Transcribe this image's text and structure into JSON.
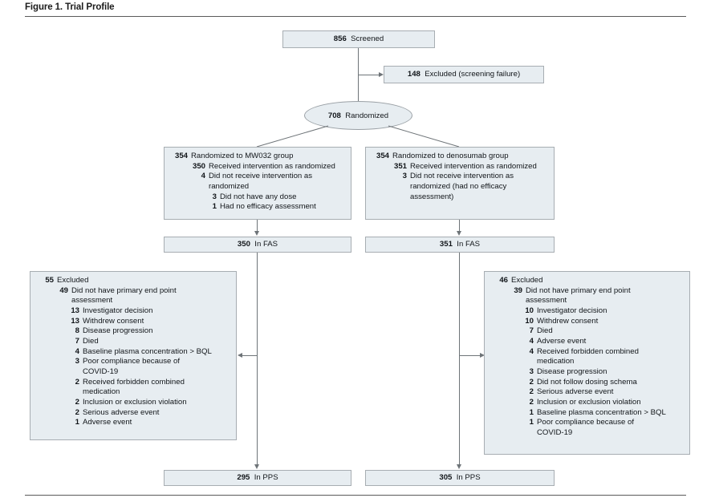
{
  "figure": {
    "title": "Figure 1. Trial Profile"
  },
  "nodes": {
    "screened": {
      "n": "856",
      "label": "Screened"
    },
    "excluded_screening": {
      "n": "148",
      "label": "Excluded (screening failure)"
    },
    "randomized": {
      "n": "708",
      "label": "Randomized"
    },
    "fas_left": {
      "n": "350",
      "label": "In FAS"
    },
    "fas_right": {
      "n": "351",
      "label": "In FAS"
    },
    "pps_left": {
      "n": "295",
      "label": "In PPS"
    },
    "pps_right": {
      "n": "305",
      "label": "In PPS"
    }
  },
  "arm_left": {
    "head": {
      "n": "354",
      "label": "Randomized to MW032 group"
    },
    "items": [
      {
        "n": "350",
        "label": "Received intervention as randomized",
        "level": 1
      },
      {
        "n": "4",
        "label": "Did not receive intervention as randomized",
        "level": 1
      },
      {
        "n": "3",
        "label": "Did not have any dose",
        "level": 2
      },
      {
        "n": "1",
        "label": "Had no efficacy assessment",
        "level": 2
      }
    ]
  },
  "arm_right": {
    "head": {
      "n": "354",
      "label": "Randomized to denosumab group"
    },
    "items": [
      {
        "n": "351",
        "label": "Received intervention as randomized",
        "level": 1
      },
      {
        "n": "3",
        "label": "Did not receive intervention as randomized (had no efficacy assessment)",
        "level": 1
      }
    ]
  },
  "excluded_left": {
    "head": {
      "n": "55",
      "label": "Excluded"
    },
    "items": [
      {
        "n": "49",
        "label": "Did not have primary end point assessment",
        "level": 1
      },
      {
        "n": "13",
        "label": "Investigator decision",
        "level": 2
      },
      {
        "n": "13",
        "label": "Withdrew consent",
        "level": 2
      },
      {
        "n": "8",
        "label": "Disease progression",
        "level": 2
      },
      {
        "n": "7",
        "label": "Died",
        "level": 2
      },
      {
        "n": "4",
        "label": "Baseline plasma concentration > BQL",
        "level": 2
      },
      {
        "n": "3",
        "label": "Poor compliance because of COVID-19",
        "level": 2
      },
      {
        "n": "2",
        "label": "Received forbidden combined medication",
        "level": 2
      },
      {
        "n": "2",
        "label": "Inclusion or exclusion violation",
        "level": 2
      },
      {
        "n": "2",
        "label": "Serious adverse event",
        "level": 2
      },
      {
        "n": "1",
        "label": "Adverse event",
        "level": 2
      }
    ]
  },
  "excluded_right": {
    "head": {
      "n": "46",
      "label": "Excluded"
    },
    "items": [
      {
        "n": "39",
        "label": "Did not have primary end point assessment",
        "level": 1
      },
      {
        "n": "10",
        "label": "Investigator decision",
        "level": 2
      },
      {
        "n": "10",
        "label": "Withdrew consent",
        "level": 2
      },
      {
        "n": "7",
        "label": "Died",
        "level": 2
      },
      {
        "n": "4",
        "label": "Adverse event",
        "level": 2
      },
      {
        "n": "4",
        "label": "Received forbidden combined medication",
        "level": 2
      },
      {
        "n": "3",
        "label": "Disease progression",
        "level": 2
      },
      {
        "n": "2",
        "label": "Did not follow dosing schema",
        "level": 2
      },
      {
        "n": "2",
        "label": "Serious adverse event",
        "level": 2
      },
      {
        "n": "2",
        "label": "Inclusion or exclusion violation",
        "level": 2
      },
      {
        "n": "1",
        "label": "Baseline plasma concentration > BQL",
        "level": 2
      },
      {
        "n": "1",
        "label": "Poor compliance because of COVID-19",
        "level": 2
      }
    ]
  },
  "colors": {
    "box_fill": "#e7edf1",
    "box_border": "#a7adb2",
    "line": "#6e7478",
    "text": "#12161a",
    "rule": "#5a5a5a"
  }
}
